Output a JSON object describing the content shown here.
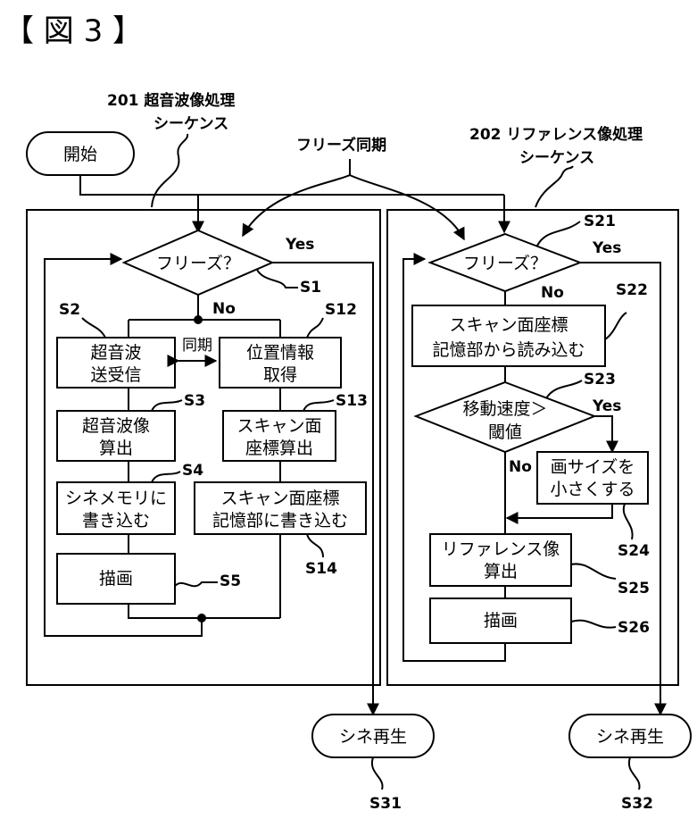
{
  "figure": {
    "title": "【 図 3 】"
  },
  "labels": {
    "seq201": [
      "201 超音波像処理",
      "シーケンス"
    ],
    "seq202": [
      "202 リファレンス像処理",
      "シーケンス"
    ],
    "freeze_sync": "フリーズ同期",
    "sync": "同期"
  },
  "nodes": {
    "start": "開始",
    "freeze1": "フリーズ？",
    "send_receive": [
      "超音波",
      "送受信"
    ],
    "pos_info": [
      "位置情報",
      "取得"
    ],
    "us_image_calc": [
      "超音波像",
      "算出"
    ],
    "scan_plane_calc": [
      "スキャン面",
      "座標算出"
    ],
    "cine_write": [
      "シネメモリに",
      "書き込む"
    ],
    "scan_plane_write": [
      "スキャン面座標",
      "記憶部に書き込む"
    ],
    "draw1": "描画",
    "freeze2": "フリーズ？",
    "scan_plane_read": [
      "スキャン面座標",
      "記憶部から読み込む"
    ],
    "speed_check": [
      "移動速度＞",
      "閾値"
    ],
    "shrink": [
      "画サイズを",
      "小さくする"
    ],
    "ref_image_calc": [
      "リファレンス像",
      "算出"
    ],
    "draw2": "描画",
    "cine_play1": "シネ再生",
    "cine_play2": "シネ再生"
  },
  "edges": {
    "yes1": "Yes",
    "no1": "No",
    "yes2": "Yes",
    "no2": "No",
    "yes3": "Yes",
    "no3": "No"
  },
  "steps": {
    "s1": "S1",
    "s2": "S2",
    "s3": "S3",
    "s4": "S4",
    "s5": "S5",
    "s12": "S12",
    "s13": "S13",
    "s14": "S14",
    "s21": "S21",
    "s22": "S22",
    "s23": "S23",
    "s24": "S24",
    "s25": "S25",
    "s26": "S26",
    "s31": "S31",
    "s32": "S32"
  }
}
